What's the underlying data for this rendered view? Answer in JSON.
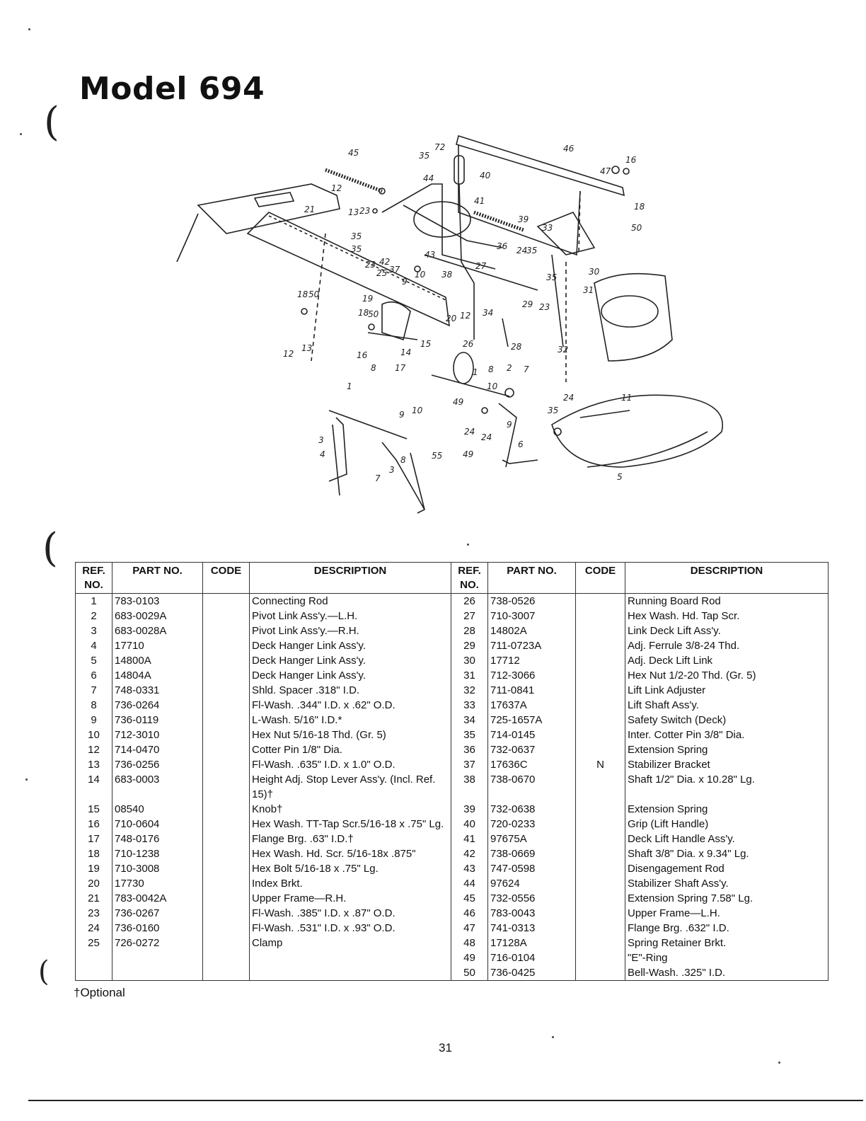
{
  "title": "Model 694",
  "table": {
    "headers": {
      "ref": "REF. NO.",
      "part": "PART NO.",
      "code": "CODE",
      "description": "DESCRIPTION"
    },
    "left_rows": [
      {
        "ref": "1",
        "part": "783-0103",
        "code": "",
        "desc": "Connecting Rod"
      },
      {
        "ref": "2",
        "part": "683-0029A",
        "code": "",
        "desc": "Pivot Link Ass'y.—L.H."
      },
      {
        "ref": "3",
        "part": "683-0028A",
        "code": "",
        "desc": "Pivot Link Ass'y.—R.H."
      },
      {
        "ref": "4",
        "part": "17710",
        "code": "",
        "desc": "Deck Hanger Link Ass'y."
      },
      {
        "ref": "5",
        "part": "14800A",
        "code": "",
        "desc": "Deck Hanger Link Ass'y."
      },
      {
        "ref": "6",
        "part": "14804A",
        "code": "",
        "desc": "Deck Hanger Link Ass'y."
      },
      {
        "ref": "7",
        "part": "748-0331",
        "code": "",
        "desc": "Shld. Spacer .318\" I.D."
      },
      {
        "ref": "8",
        "part": "736-0264",
        "code": "",
        "desc": "Fl-Wash. .344\" I.D. x .62\" O.D."
      },
      {
        "ref": "9",
        "part": "736-0119",
        "code": "",
        "desc": "L-Wash. 5/16\" I.D.*"
      },
      {
        "ref": "10",
        "part": "712-3010",
        "code": "",
        "desc": "Hex Nut 5/16-18 Thd. (Gr. 5)"
      },
      {
        "ref": "12",
        "part": "714-0470",
        "code": "",
        "desc": "Cotter Pin 1/8\" Dia."
      },
      {
        "ref": "13",
        "part": "736-0256",
        "code": "",
        "desc": "Fl-Wash. .635\" I.D. x 1.0\" O.D."
      },
      {
        "ref": "14",
        "part": "683-0003",
        "code": "",
        "desc": "Height Adj. Stop Lever Ass'y. (Incl. Ref. 15)†"
      },
      {
        "ref": "15",
        "part": "08540",
        "code": "",
        "desc": "Knob†"
      },
      {
        "ref": "16",
        "part": "710-0604",
        "code": "",
        "desc": "Hex Wash. TT-Tap Scr.5/16-18 x .75\" Lg."
      },
      {
        "ref": "17",
        "part": "748-0176",
        "code": "",
        "desc": "Flange Brg. .63\" I.D.†"
      },
      {
        "ref": "18",
        "part": "710-1238",
        "code": "",
        "desc": "Hex Wash. Hd. Scr. 5/16-18x .875\""
      },
      {
        "ref": "19",
        "part": "710-3008",
        "code": "",
        "desc": "Hex Bolt 5/16-18 x .75\" Lg."
      },
      {
        "ref": "20",
        "part": "17730",
        "code": "",
        "desc": "Index Brkt."
      },
      {
        "ref": "21",
        "part": "783-0042A",
        "code": "",
        "desc": "Upper Frame—R.H."
      },
      {
        "ref": "23",
        "part": "736-0267",
        "code": "",
        "desc": "Fl-Wash. .385\" I.D. x .87\" O.D."
      },
      {
        "ref": "24",
        "part": "736-0160",
        "code": "",
        "desc": "Fl-Wash. .531\" I.D. x .93\" O.D."
      },
      {
        "ref": "25",
        "part": "726-0272",
        "code": "",
        "desc": "Clamp"
      }
    ],
    "right_rows": [
      {
        "ref": "26",
        "part": "738-0526",
        "code": "",
        "desc": "Running Board Rod"
      },
      {
        "ref": "27",
        "part": "710-3007",
        "code": "",
        "desc": "Hex Wash. Hd. Tap Scr."
      },
      {
        "ref": "28",
        "part": "14802A",
        "code": "",
        "desc": "Link Deck Lift Ass'y."
      },
      {
        "ref": "29",
        "part": "711-0723A",
        "code": "",
        "desc": "Adj. Ferrule 3/8-24 Thd."
      },
      {
        "ref": "30",
        "part": "17712",
        "code": "",
        "desc": "Adj. Deck Lift Link"
      },
      {
        "ref": "31",
        "part": "712-3066",
        "code": "",
        "desc": "Hex Nut 1/2-20 Thd. (Gr. 5)"
      },
      {
        "ref": "32",
        "part": "711-0841",
        "code": "",
        "desc": "Lift Link Adjuster"
      },
      {
        "ref": "33",
        "part": "17637A",
        "code": "",
        "desc": "Lift Shaft Ass'y."
      },
      {
        "ref": "34",
        "part": "725-1657A",
        "code": "",
        "desc": "Safety Switch (Deck)"
      },
      {
        "ref": "35",
        "part": "714-0145",
        "code": "",
        "desc": "Inter. Cotter Pin 3/8\" Dia."
      },
      {
        "ref": "36",
        "part": "732-0637",
        "code": "",
        "desc": "Extension Spring"
      },
      {
        "ref": "37",
        "part": "17636C",
        "code": "N",
        "desc": "Stabilizer Bracket"
      },
      {
        "ref": "38",
        "part": "738-0670",
        "code": "",
        "desc": "Shaft 1/2\" Dia. x 10.28\" Lg."
      },
      {
        "ref": "39",
        "part": "732-0638",
        "code": "",
        "desc": "Extension Spring"
      },
      {
        "ref": "40",
        "part": "720-0233",
        "code": "",
        "desc": "Grip (Lift Handle)"
      },
      {
        "ref": "41",
        "part": "97675A",
        "code": "",
        "desc": "Deck Lift Handle Ass'y."
      },
      {
        "ref": "42",
        "part": "738-0669",
        "code": "",
        "desc": "Shaft 3/8\" Dia. x 9.34\" Lg."
      },
      {
        "ref": "43",
        "part": "747-0598",
        "code": "",
        "desc": "Disengagement Rod"
      },
      {
        "ref": "44",
        "part": "97624",
        "code": "",
        "desc": "Stabilizer Shaft Ass'y."
      },
      {
        "ref": "45",
        "part": "732-0556",
        "code": "",
        "desc": "Extension Spring 7.58\" Lg."
      },
      {
        "ref": "46",
        "part": "783-0043",
        "code": "",
        "desc": "Upper Frame—L.H."
      },
      {
        "ref": "47",
        "part": "741-0313",
        "code": "",
        "desc": "Flange Brg. .632\" I.D."
      },
      {
        "ref": "48",
        "part": "17128A",
        "code": "",
        "desc": "Spring Retainer Brkt."
      },
      {
        "ref": "49",
        "part": "716-0104",
        "code": "",
        "desc": "\"E\"-Ring"
      },
      {
        "ref": "50",
        "part": "736-0425",
        "code": "",
        "desc": "Bell-Wash. .325\" I.D."
      }
    ]
  },
  "diagram_callouts": [
    "45",
    "12",
    "13",
    "23",
    "35",
    "35",
    "42",
    "23",
    "25",
    "37",
    "9",
    "10",
    "43",
    "38",
    "35",
    "44",
    "72",
    "40",
    "41",
    "39",
    "33",
    "36",
    "24",
    "35",
    "27",
    "46",
    "47",
    "16",
    "18",
    "50",
    "30",
    "31",
    "35",
    "29",
    "23",
    "34",
    "32",
    "21",
    "18",
    "50",
    "19",
    "18",
    "50",
    "16",
    "8",
    "17",
    "14",
    "15",
    "20",
    "12",
    "26",
    "28",
    "12",
    "13",
    "1",
    "2",
    "7",
    "8",
    "10",
    "49",
    "9",
    "24",
    "24",
    "49",
    "6",
    "1",
    "3",
    "4",
    "9",
    "10",
    "3",
    "8",
    "7",
    "55",
    "24",
    "35",
    "5",
    "11"
  ],
  "footnote": "†Optional",
  "page_number": "31"
}
